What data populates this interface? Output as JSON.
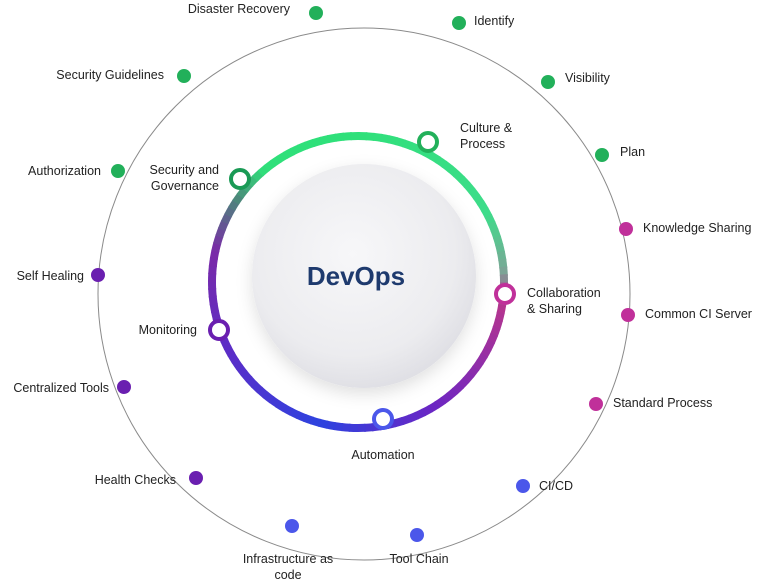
{
  "center_label": "DevOps",
  "colors": {
    "green": "#22b05a",
    "magenta": "#c0309a",
    "purple": "#6a1fb0",
    "blue": "#4b57ea",
    "ring_green": "#2fe07a",
    "ring_purple": "#7a25c8",
    "ring_blue": "#2a3fdc",
    "text": "#222222",
    "center_text": "#1e3a6e"
  },
  "inner_nodes": [
    {
      "id": "culture",
      "lines": [
        "Culture &",
        "Process"
      ],
      "color": "#22b05a"
    },
    {
      "id": "collaboration",
      "lines": [
        "Collaboration",
        "& Sharing"
      ],
      "color": "#c0309a"
    },
    {
      "id": "automation",
      "lines": [
        "Automation"
      ],
      "color": "#4b57ea"
    },
    {
      "id": "monitoring",
      "lines": [
        "Monitoring"
      ],
      "color": "#6a1fb0"
    },
    {
      "id": "security",
      "lines": [
        "Security and",
        "Governance"
      ],
      "color": "#1a9a55"
    }
  ],
  "outer_nodes": [
    {
      "lines": [
        "Disaster Recovery"
      ],
      "color": "#22b05a"
    },
    {
      "lines": [
        "Identify"
      ],
      "color": "#22b05a"
    },
    {
      "lines": [
        "Visibility"
      ],
      "color": "#22b05a"
    },
    {
      "lines": [
        "Plan"
      ],
      "color": "#22b05a"
    },
    {
      "lines": [
        "Knowledge Sharing"
      ],
      "color": "#c0309a"
    },
    {
      "lines": [
        "Common CI Server"
      ],
      "color": "#c0309a"
    },
    {
      "lines": [
        "Standard Process"
      ],
      "color": "#c0309a"
    },
    {
      "lines": [
        "CI/CD"
      ],
      "color": "#4b57ea"
    },
    {
      "lines": [
        "Tool Chain"
      ],
      "color": "#4b57ea"
    },
    {
      "lines": [
        "Infrastructure as",
        "code"
      ],
      "color": "#4b57ea"
    },
    {
      "lines": [
        "Health Checks"
      ],
      "color": "#6a1fb0"
    },
    {
      "lines": [
        "Centralized Tools"
      ],
      "color": "#6a1fb0"
    },
    {
      "lines": [
        "Self Healing"
      ],
      "color": "#6a1fb0"
    },
    {
      "lines": [
        "Authorization"
      ],
      "color": "#22b05a"
    },
    {
      "lines": [
        "Security Guidelines"
      ],
      "color": "#22b05a"
    }
  ]
}
